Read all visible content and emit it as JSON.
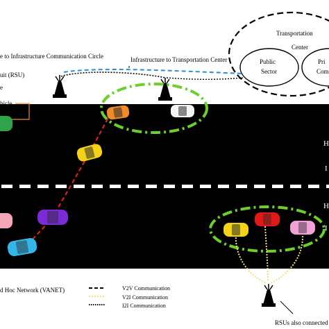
{
  "labels": {
    "circle_label": "e to Infrastructure Communication Circle",
    "infra_to_center": "Infrastructure to Transportation Center",
    "rsu_label": "uit (RSU)",
    "e_label": "e",
    "vehicle_label": "hicle",
    "network_label": "d Hoc Network (VANET)",
    "road_h1": "H",
    "road_i1": "I",
    "road_h2": "H",
    "road_i2": "I",
    "rsu_note": "RSUs also connected"
  },
  "transportation_center": {
    "title": "Transportation",
    "subtitle": "Center",
    "public_sector": [
      "Public",
      "Sector"
    ],
    "private_sector": [
      "Pri",
      "Comm"
    ]
  },
  "legend": {
    "v2v": "V2V Communication",
    "v2i": "V2I Communication",
    "i2i": "I2I Communication"
  },
  "colors": {
    "road": "#000000",
    "lane_marking": "#ffffff",
    "v2i_green": "#6ccf2b",
    "v2v_red": "#d8221c",
    "infra_blue": "#2a8fd6",
    "v2i_yellow": "#f0e080",
    "car_orange": "#f28a2a",
    "car_white": "#f4f4f4",
    "car_yellow": "#f4d21a",
    "car_green": "#2ea34a",
    "car_purple": "#7a2ad6",
    "car_cyan": "#35b6e8",
    "car_pink": "#f5a6b8",
    "car_red": "#e01818",
    "car_pink2": "#f2a2d8"
  },
  "icons": [
    "rsu-tower-icon",
    "car-icon"
  ]
}
